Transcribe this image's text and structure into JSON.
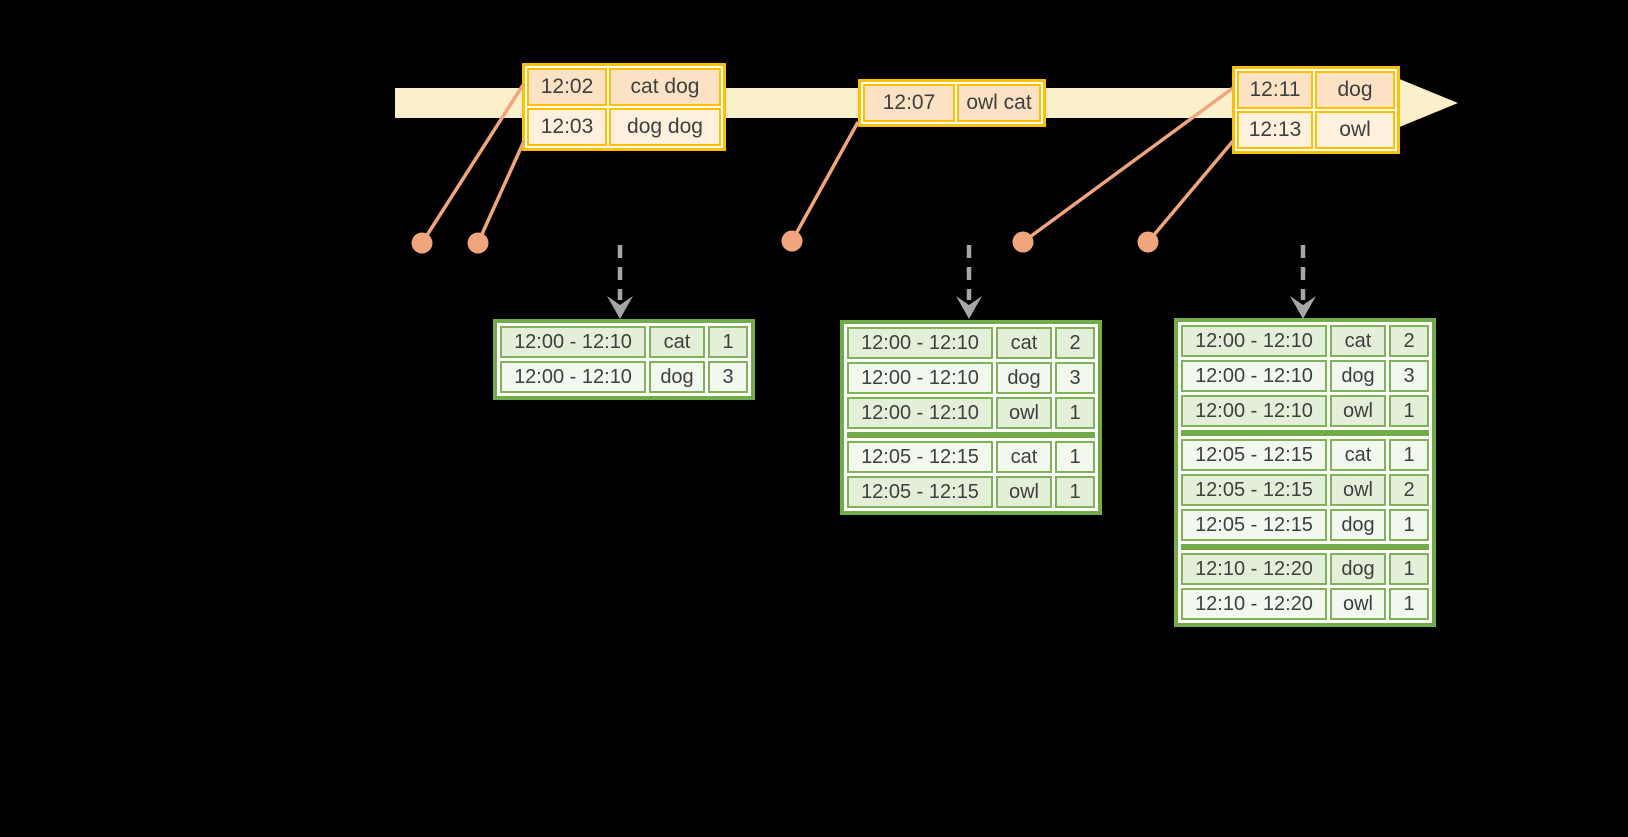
{
  "diagram": {
    "title": "windowed-grouped-aggregation-diagram",
    "timeline": {
      "shape": "right-arrow-band"
    },
    "event_tables": [
      {
        "rows": [
          {
            "time": "12:02",
            "words": "cat dog"
          },
          {
            "time": "12:03",
            "words": "dog dog"
          }
        ]
      },
      {
        "rows": [
          {
            "time": "12:07",
            "words": "owl cat"
          }
        ]
      },
      {
        "rows": [
          {
            "time": "12:11",
            "words": "dog"
          },
          {
            "time": "12:13",
            "words": "owl"
          }
        ]
      }
    ],
    "event_dot_count": 5,
    "trigger_arrow_count": 3,
    "result_tables": [
      {
        "rows": [
          {
            "window": "12:00 - 12:10",
            "word": "cat",
            "count": "1"
          },
          {
            "window": "12:00 - 12:10",
            "word": "dog",
            "count": "3"
          }
        ]
      },
      {
        "rows": [
          {
            "window": "12:00 - 12:10",
            "word": "cat",
            "count": "2"
          },
          {
            "window": "12:00 - 12:10",
            "word": "dog",
            "count": "3"
          },
          {
            "window": "12:00 - 12:10",
            "word": "owl",
            "count": "1"
          },
          {
            "window": "12:05 - 12:15",
            "word": "cat",
            "count": "1"
          },
          {
            "window": "12:05 - 12:15",
            "word": "owl",
            "count": "1"
          }
        ]
      },
      {
        "rows": [
          {
            "window": "12:00 - 12:10",
            "word": "cat",
            "count": "2"
          },
          {
            "window": "12:00 - 12:10",
            "word": "dog",
            "count": "3"
          },
          {
            "window": "12:00 - 12:10",
            "word": "owl",
            "count": "1"
          },
          {
            "window": "12:05 - 12:15",
            "word": "cat",
            "count": "1"
          },
          {
            "window": "12:05 - 12:15",
            "word": "owl",
            "count": "2"
          },
          {
            "window": "12:05 - 12:15",
            "word": "dog",
            "count": "1"
          },
          {
            "window": "12:10 - 12:20",
            "word": "dog",
            "count": "1"
          },
          {
            "window": "12:10 - 12:20",
            "word": "owl",
            "count": "1"
          }
        ]
      }
    ],
    "colors": {
      "background": "#000000",
      "band": "#fcf0ca",
      "gold": "#ffc000",
      "peach": "#fbe2c4",
      "cream": "#fdf1de",
      "salmon": "#f0a57d",
      "gray_arrow": "#a6a6a6",
      "green": "#71ac48",
      "green_line": "#7eb457",
      "green_dark": "#e3efd9",
      "green_light": "#f2f8ee",
      "text": "#3f3f3f"
    }
  }
}
